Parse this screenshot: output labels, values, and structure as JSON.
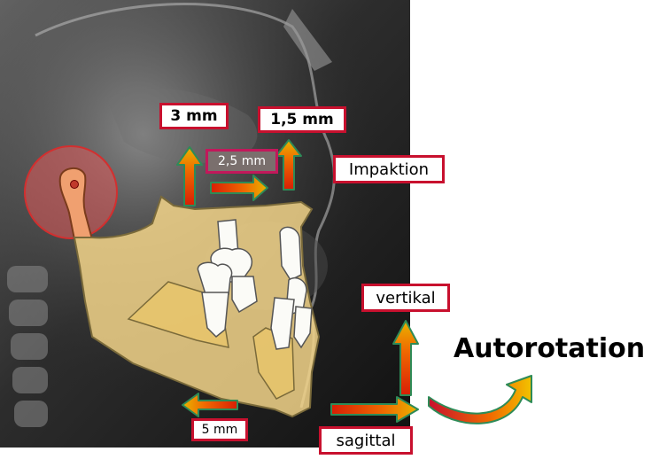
{
  "labels": {
    "mm_3": "3 mm",
    "mm_1_5": "1,5 mm",
    "mm_2_5": "2,5 mm",
    "impaktion": "Impaktion",
    "vertikal": "vertikal",
    "autorotation": "Autorotation",
    "mm_5": "5 mm",
    "sagittal": "sagittal"
  },
  "colors": {
    "box_border": "#c8102e",
    "dark_box_fill": "#7a6f6d",
    "arrow_start": "#e8b400",
    "arrow_end": "#d81e05",
    "arrow_outline": "#2e8b57",
    "bone_overlay": "#f3d58a",
    "condyle_circle": "#e05a5a"
  },
  "icons": [
    "x-ray-background",
    "condyle-highlight-icon",
    "mandible-overlay",
    "teeth-icons",
    "arrow-icons",
    "curved-arrow-icon"
  ]
}
